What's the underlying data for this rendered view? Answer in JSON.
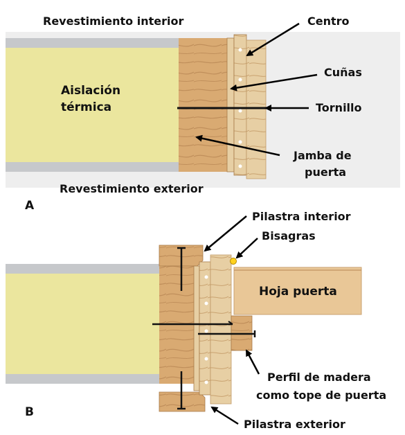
{
  "panel_a": {
    "marker": "A",
    "labels": {
      "interior_lining": "Revestimiento interior",
      "exterior_lining": "Revestimiento exterior",
      "insulation_l1": "Aislación",
      "insulation_l2": "térmica",
      "center": "Centro",
      "wedges": "Cuñas",
      "screw": "Tornillo",
      "jamb_l1": "Jamba de",
      "jamb_l2": "puerta"
    }
  },
  "panel_b": {
    "marker": "B",
    "labels": {
      "interior_casing": "Pilastra interior",
      "hinges": "Bisagras",
      "door_leaf": "Hoja puerta",
      "stop_l1": "Perfil de madera",
      "stop_l2": "como tope de puerta",
      "exterior_casing": "Pilastra exterior"
    }
  },
  "colors": {
    "insulation": "#ebe69e",
    "lining": "#c6c8cb",
    "wood": "#d9aa72",
    "wood_light": "#e7cfa4",
    "grain": "#b88653",
    "background_panel": "#eeeeee",
    "arrow": "#000000"
  }
}
